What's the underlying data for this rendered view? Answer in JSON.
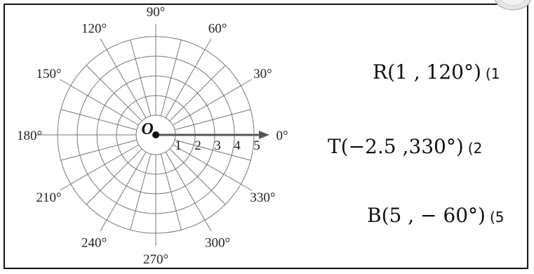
{
  "polar_grid": {
    "rings": [
      1,
      2,
      3,
      4,
      5
    ],
    "radial_numbers": [
      "1",
      "2",
      "3",
      "4",
      "5"
    ],
    "angle_labels": [
      {
        "deg": 0,
        "text": "0°"
      },
      {
        "deg": 30,
        "text": "30°"
      },
      {
        "deg": 60,
        "text": "60°"
      },
      {
        "deg": 90,
        "text": "90°"
      },
      {
        "deg": 120,
        "text": "120°"
      },
      {
        "deg": 150,
        "text": "150°"
      },
      {
        "deg": 180,
        "text": "180°"
      },
      {
        "deg": 210,
        "text": "210°"
      },
      {
        "deg": 240,
        "text": "240°"
      },
      {
        "deg": 270,
        "text": "270°"
      },
      {
        "deg": 300,
        "text": "300°"
      },
      {
        "deg": 330,
        "text": "330°"
      }
    ],
    "ray_step_deg": 15,
    "origin_label": "O",
    "colors": {
      "grid": "#777777",
      "axis": "#555555",
      "text": "#222222"
    }
  },
  "points": [
    {
      "coord": "R(1 , 120°)",
      "num": "(1"
    },
    {
      "coord": "T(−2.5 ,330°)",
      "num": "(2"
    },
    {
      "coord": "B(5 , − 60°)",
      "num": "(5"
    }
  ]
}
